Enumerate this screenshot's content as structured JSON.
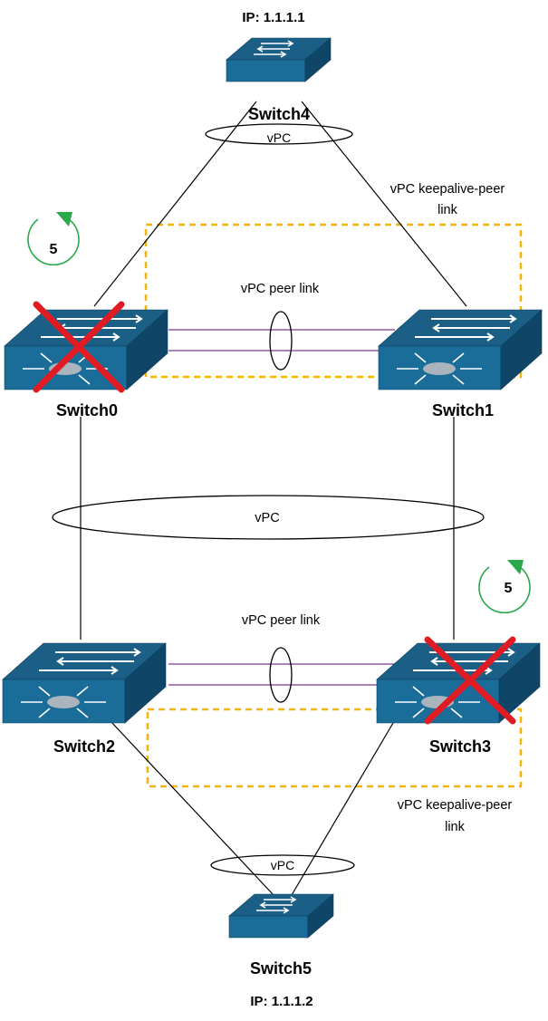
{
  "colors": {
    "switch_top": "#1c5f86",
    "switch_side": "#0f4566",
    "switch_front": "#1a6c99",
    "dashed": "#f5b400",
    "peer_line": "#7a3a8c",
    "fail_x": "#e01b24",
    "arrow": "#2aa84a"
  },
  "switches": {
    "sw4": {
      "name": "Switch4",
      "ip": "IP: 1.1.1.1"
    },
    "sw0": {
      "name": "Switch0"
    },
    "sw1": {
      "name": "Switch1"
    },
    "sw2": {
      "name": "Switch2"
    },
    "sw3": {
      "name": "Switch3"
    },
    "sw5": {
      "name": "Switch5",
      "ip": "IP: 1.1.1.2"
    }
  },
  "labels": {
    "vpc_top": "vPC",
    "vpc_mid": "vPC",
    "vpc_bottom": "vPC",
    "peer_top": "vPC peer link",
    "peer_bottom": "vPC peer link",
    "keepalive_top_1": "vPC keepalive-peer",
    "keepalive_top_2": "link",
    "keepalive_bottom_1": "vPC keepalive-peer",
    "keepalive_bottom_2": "link",
    "count_top": "5",
    "count_bottom": "5"
  }
}
